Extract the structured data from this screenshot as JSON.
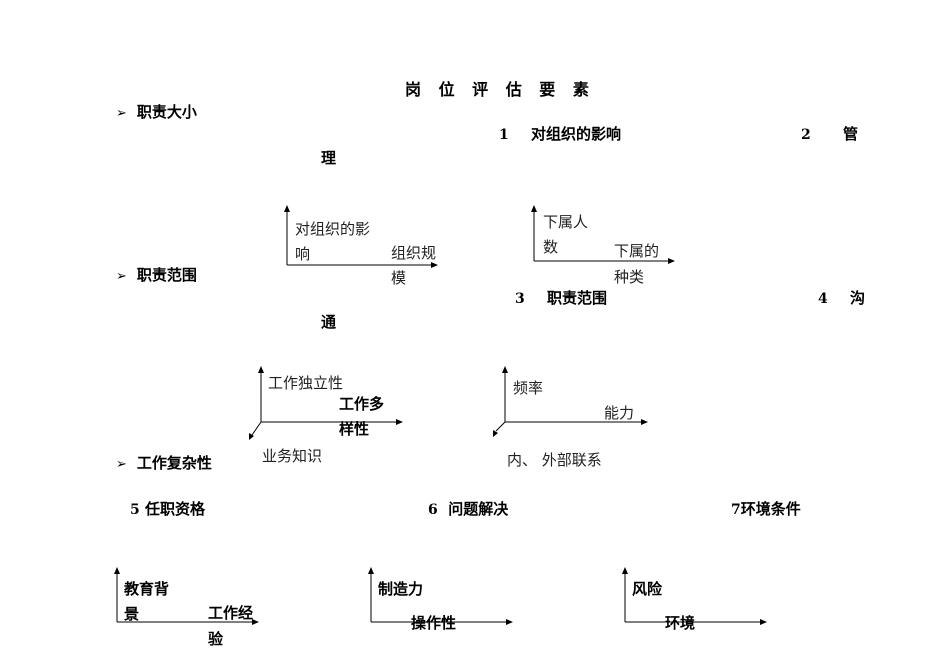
{
  "title": "岗 位 评 估 要 素",
  "sections": [
    {
      "bullet": "➢",
      "label": "职责大小"
    },
    {
      "bullet": "➢",
      "label": "职责范围"
    },
    {
      "bullet": "➢",
      "label": "工作复杂性"
    }
  ],
  "factors": [
    {
      "number": "1",
      "name": "对组织的影响"
    },
    {
      "number": "2",
      "name_part1": "管",
      "name_part2": "理"
    },
    {
      "number": "3",
      "name": "职责范围"
    },
    {
      "number": "4",
      "name_part1": "沟",
      "name_part2": "通"
    },
    {
      "number": "5",
      "name": "任职资格"
    },
    {
      "number": "6",
      "name": "问题解决"
    },
    {
      "number": "7",
      "name": "环境条件"
    }
  ],
  "diagrams": {
    "influence": {
      "y_line1": "对组织的影",
      "y_line2": "响",
      "x_line1": "组织规",
      "x_line2": "模"
    },
    "management": {
      "y_line1": "下属人",
      "y_line2": "数",
      "x_line1": "下属的",
      "x_line2": "种类"
    },
    "scope": {
      "y_label": "工作独立性",
      "x_line1": "工作多",
      "x_line2": "样性",
      "z_label": "业务知识"
    },
    "communication": {
      "y_label": "频率",
      "x_label": "能力",
      "z_label": "内、 外部联系"
    },
    "qualification": {
      "y_line1": "教育背",
      "y_line2": "景",
      "x_line1": "工作经",
      "x_line2": "验"
    },
    "problem_solving": {
      "y_label": "制造力",
      "x_label": "操作性"
    },
    "environment": {
      "y_label": "风险",
      "x_label": "环境"
    }
  }
}
